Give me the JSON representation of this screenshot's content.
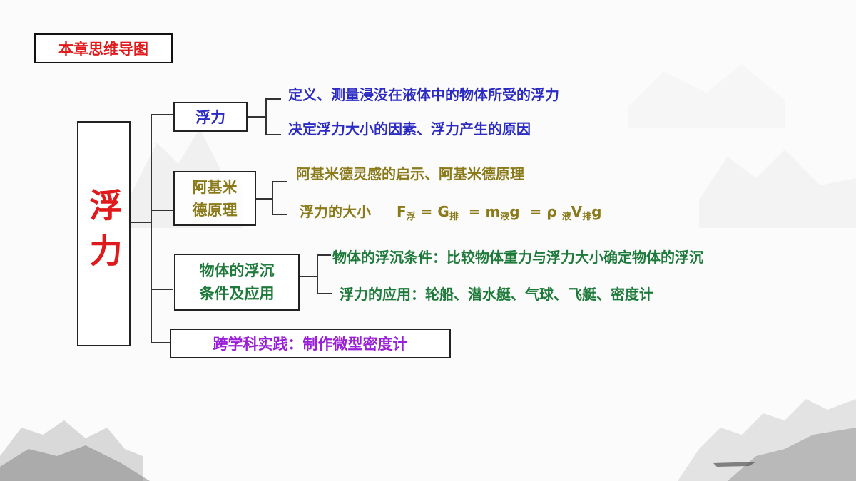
{
  "header": {
    "title": "本章思维导图"
  },
  "root": {
    "label": "浮力",
    "color": "#e0191b"
  },
  "branches": [
    {
      "label": "浮力",
      "color": "#2b2bc4",
      "items": [
        "定义、测量浸没在液体中的物体所受的浮力",
        "决定浮力大小的因素、浮力产生的原因"
      ]
    },
    {
      "label_line1": "阿基米",
      "label_line2": "德原理",
      "color": "#8a7a1a",
      "items": [
        "阿基米德灵感的启示、阿基米德原理"
      ],
      "formula": {
        "prefix": "浮力的大小",
        "F": "F",
        "F_sub": "浮",
        "eq1": "=",
        "G": "G",
        "G_sub": "排",
        "eq2": "=",
        "m": "m",
        "m_sub": "液",
        "g1": "g",
        "eq3": "=",
        "rho": "ρ",
        "rho_sub": "液",
        "V": "V",
        "V_sub": "排",
        "g2": "g"
      }
    },
    {
      "label_line1": "物体的浮沉",
      "label_line2": "条件及应用",
      "color": "#1e7a3a",
      "items": [
        "物体的浮沉条件：比较物体重力与浮力大小确定物体的浮沉",
        "浮力的应用：轮船、潜水艇、气球、飞艇、密度计"
      ]
    },
    {
      "label": "跨学科实践：制作微型密度计",
      "color": "#9a1fd8"
    }
  ]
}
